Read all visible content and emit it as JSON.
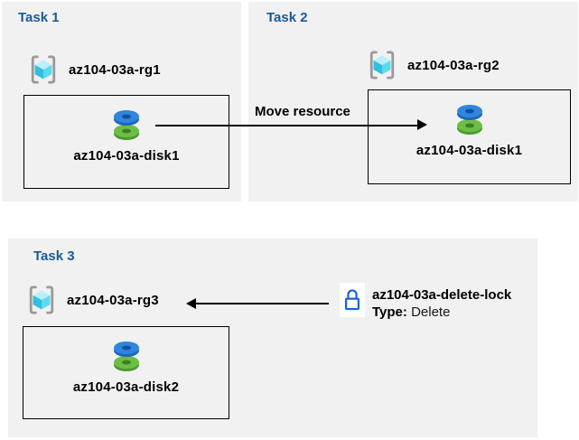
{
  "diagram": {
    "tasks": [
      {
        "title": "Task 1",
        "resource_group": "az104-03a-rg1",
        "resource": "az104-03a-disk1"
      },
      {
        "title": "Task 2",
        "resource_group": "az104-03a-rg2",
        "resource": "az104-03a-disk1"
      },
      {
        "title": "Task 3",
        "resource_group": "az104-03a-rg3",
        "resource": "az104-03a-disk2"
      }
    ],
    "move_arrow_label": "Move resource",
    "lock": {
      "name": "az104-03a-delete-lock",
      "type_label": "Type:",
      "type_value": "Delete"
    }
  },
  "icons": {
    "resource_group": "resource-group-icon",
    "disk": "disk-icon",
    "lock": "lock-icon"
  },
  "colors": {
    "panel_bg": "#f1f1f1",
    "title_blue": "#1a5a96",
    "label_text": "#000000",
    "arrow_black": "#000000",
    "lock_blue": "#1b63d6",
    "disk_blue_top": "#2f86dc",
    "disk_blue_side": "#1e66b8",
    "disk_blue_hole": "#10519e",
    "disk_green_top": "#6cbe45",
    "disk_green_side": "#4e9a31",
    "disk_green_hole": "#3d7d26",
    "cube_top": "#b9eefa",
    "cube_left": "#32bedd",
    "cube_right": "#5cdaee",
    "bracket_gray": "#9a9a9a"
  }
}
